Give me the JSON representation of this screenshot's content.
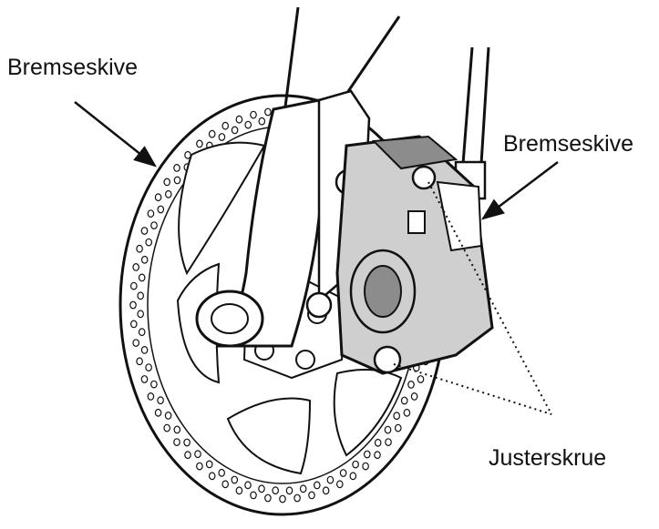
{
  "labels": {
    "disc_left": "Bremseskive",
    "disc_right": "Bremseskive",
    "adjust_screw": "Justerskrue"
  },
  "colors": {
    "line": "#111111",
    "fill": "#ffffff",
    "shade": "#cfcfcf",
    "shade_dark": "#8c8c8c"
  }
}
